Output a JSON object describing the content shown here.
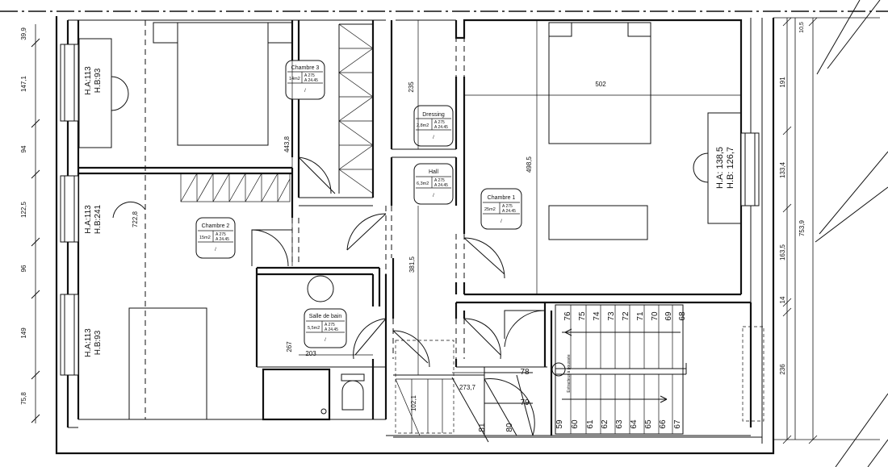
{
  "rooms": {
    "chambre3": {
      "name": "Chambre 3",
      "area": "14m2",
      "h1": "275",
      "h2": "24.45",
      "mark": "/"
    },
    "dressing": {
      "name": "Dressing",
      "area": "2,8m2",
      "h1": "275",
      "h2": "24.45",
      "mark": "/"
    },
    "hall": {
      "name": "Hall",
      "area": "6,3m2",
      "h1": "275",
      "h2": "24.45",
      "mark": "/"
    },
    "chambre1": {
      "name": "Chambre 1",
      "area": "25m2",
      "h1": "275",
      "h2": "24.45",
      "mark": "/"
    },
    "chambre2": {
      "name": "Chambre 2",
      "area": "15m2",
      "h1": "275",
      "h2": "24.45",
      "mark": "/"
    },
    "sdb": {
      "name": "Salle de bain",
      "area": "5,5m2",
      "h1": "275",
      "h2": "24.45",
      "mark": "/"
    }
  },
  "windows": {
    "w1": [
      "H.A:113",
      "H.B:93"
    ],
    "w2": [
      "H.A:113",
      "H.B:241"
    ],
    "w3": [
      "H.A:113",
      "H.B:93"
    ],
    "w4": [
      "H.A: 138,5",
      "H.B: 126,7"
    ]
  },
  "left_dims": [
    "39,9",
    "147,1",
    "94",
    "122,5",
    "96",
    "149",
    "75,8"
  ],
  "right_dims": [
    "10,5",
    "191",
    "133,4",
    "753,9",
    "163,5",
    "14",
    "236"
  ],
  "inner_dims": {
    "d502": "502",
    "d498": "498,5",
    "d443": "443,8",
    "d235": "235",
    "d381": "381,5",
    "d267": "267",
    "d203": "203",
    "d722": "722,8",
    "d273": "273,7",
    "d102": "102,1"
  },
  "stairs_top": [
    "76",
    "75",
    "74",
    "73",
    "72",
    "71",
    "70",
    "69",
    "68"
  ],
  "stairs_bottom": [
    "59",
    "60",
    "61",
    "62",
    "63",
    "64",
    "65",
    "66",
    "67"
  ],
  "stair_marks": [
    "78",
    "79",
    "80",
    "81"
  ],
  "stair_label": "Extracteur à poussée"
}
